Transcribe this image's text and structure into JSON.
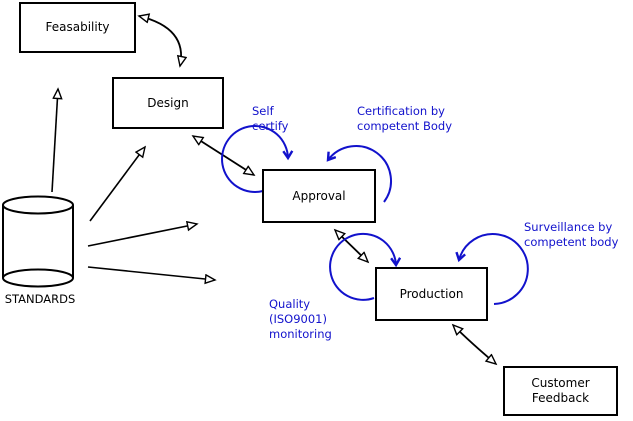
{
  "diagram": {
    "title_hint": "Standards-driven product lifecycle diagram",
    "nodes": {
      "feasability": {
        "label": "Feasability"
      },
      "design": {
        "label": "Design"
      },
      "approval": {
        "label": "Approval"
      },
      "production": {
        "label": "Production"
      },
      "customer_feedback": {
        "label": "Customer Feedback"
      }
    },
    "datastore": {
      "label": "STANDARDS"
    },
    "annotations": {
      "self_certify": "Self certify",
      "certification": "Certification by competent Body",
      "surveillance": "Surveillance by competent body",
      "quality": "Quality (ISO9001) monitoring"
    },
    "colors": {
      "annotation_blue": "#1212cc",
      "line_black": "#000000",
      "background": "#ffffff"
    }
  }
}
